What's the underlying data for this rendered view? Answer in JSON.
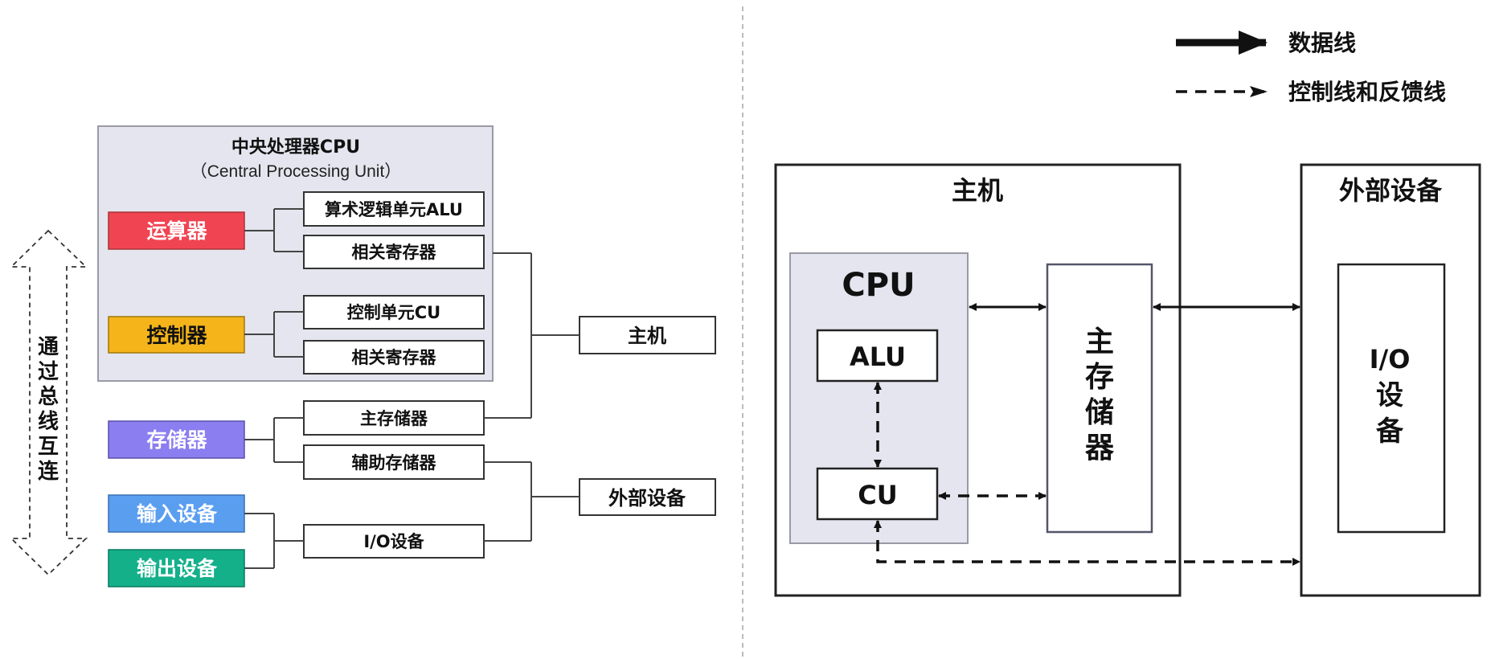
{
  "left": {
    "bus_label": "通过总线互连",
    "cpu_title": "中央处理器CPU",
    "cpu_subtitle": "（Central Processing Unit）",
    "components": [
      {
        "label": "运算器",
        "color": "#f04452",
        "children": [
          "算术逻辑单元ALU",
          "相关寄存器"
        ]
      },
      {
        "label": "控制器",
        "color": "#f4b41a",
        "children": [
          "控制单元CU",
          "相关寄存器"
        ]
      },
      {
        "label": "存储器",
        "color": "#8a7ef0",
        "children": [
          "主存储器",
          "辅助存储器"
        ]
      },
      {
        "label": "输入设备",
        "color": "#5a9ef0"
      },
      {
        "label": "输出设备",
        "color": "#14b08a"
      }
    ],
    "io_device": "I/O设备",
    "groups": {
      "host": "主机",
      "external": "外部设备"
    }
  },
  "right": {
    "legend": {
      "data_line": "数据线",
      "control_line": "控制线和反馈线"
    },
    "host_title": "主机",
    "cpu_label": "CPU",
    "alu_label": "ALU",
    "cu_label": "CU",
    "main_memory_chars": [
      "主",
      "存",
      "储",
      "器"
    ],
    "external_title": "外部设备",
    "io_chars": [
      "I/O",
      "设",
      "备"
    ]
  }
}
